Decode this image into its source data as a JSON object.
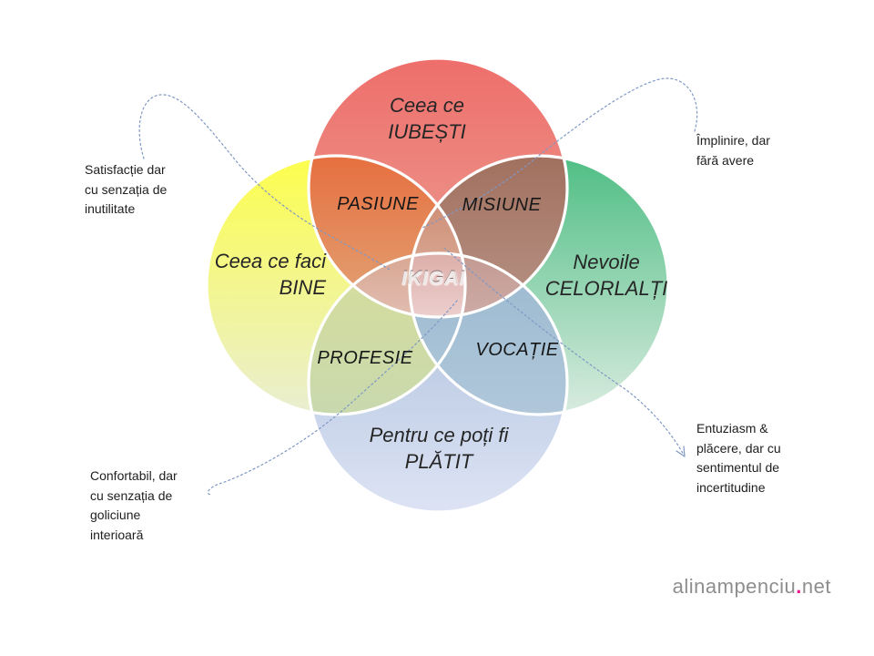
{
  "circles": [
    {
      "id": "love",
      "line1": "Ceea ce",
      "line2": "IUBEȘTI",
      "color_top": "#ee6e6b",
      "color_bottom": "#eba396"
    },
    {
      "id": "good",
      "line1": "Ceea ce faci",
      "line2": "BINE",
      "color_top": "#fdfe4c",
      "color_bottom": "#e9eed2"
    },
    {
      "id": "needs",
      "line1": "Nevoile",
      "line2": "CELORLALȚI",
      "color_top": "#4fbe85",
      "color_bottom": "#d9ebdf"
    },
    {
      "id": "paid",
      "line1": "Pentru ce poți fi",
      "line2": "PLĂTIT",
      "color_top": "#a9bedb",
      "color_bottom": "#dde3f4"
    }
  ],
  "regions": {
    "pasiune": {
      "label": "PASIUNE",
      "color_top": "#e66f3f",
      "color_bottom": "#e2a174"
    },
    "misiune": {
      "label": "MISIUNE",
      "color_top": "#a1705f",
      "color_bottom": "#b69183"
    },
    "profesie": {
      "label": "PROFESIE",
      "color_top": "#d6dd9c",
      "color_bottom": "#c9d9ae"
    },
    "vocatie": {
      "label": "VOCAȚIE",
      "color_top": "#9cbad0",
      "color_bottom": "#b0c7da"
    },
    "ikigai": {
      "label": "IKIGAI",
      "color_top": "#dcaea9",
      "color_bottom": "#eccfce"
    },
    "yg": {
      "color_top": "#d6dc9e",
      "color_bottom": "#cfe0c4"
    },
    "ryg": {
      "color_top": "#cf9079",
      "color_bottom": "#d6a28c"
    },
    "ryb": {
      "color_top": "#d8a791",
      "color_bottom": "#e2bdb2"
    },
    "rgb": {
      "color_top": "#c39a92",
      "color_bottom": "#cdaba6"
    }
  },
  "annotations": [
    {
      "id": "satisfactie",
      "lines": [
        "Satisfacție dar",
        "cu senzația de",
        "inutilitate"
      ]
    },
    {
      "id": "implinire",
      "lines": [
        "Împlinire, dar",
        "fără avere"
      ]
    },
    {
      "id": "confortabil",
      "lines": [
        "Confortabil, dar",
        "cu senzația de",
        "goliciune",
        "interioară"
      ]
    },
    {
      "id": "entuziasm",
      "lines": [
        "Entuziasm &",
        "plăcere, dar cu",
        "sentimentul de",
        "incertitudine"
      ]
    }
  ],
  "watermark": {
    "name": "alinampenciu",
    "dot": ".",
    "tld": "net",
    "text_color": "#8e8e8e",
    "dot_color": "#ed1390"
  },
  "connector_color": "#7f98c4",
  "outline_color": "#ffffff"
}
